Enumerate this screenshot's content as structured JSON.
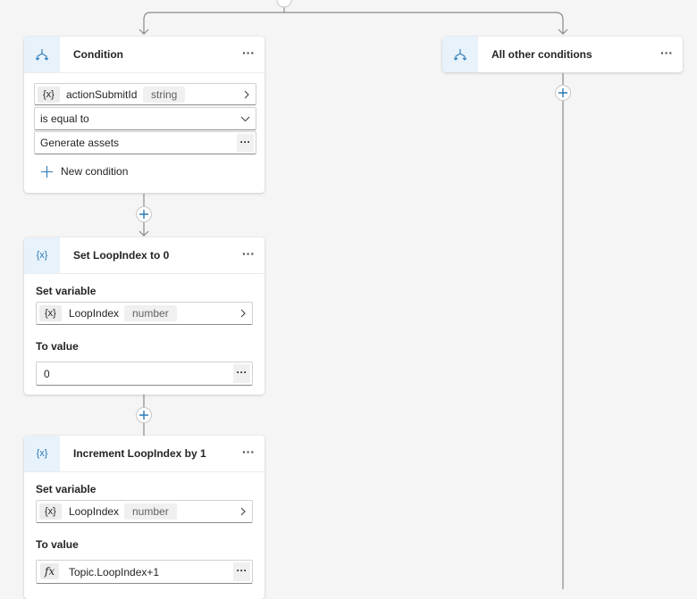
{
  "condition_card": {
    "title": "Condition",
    "more": "···",
    "variable_name": "actionSubmitId",
    "variable_type": "string",
    "var_chip": "{x}",
    "operator": "is equal to",
    "value": "Generate assets",
    "value_more": "···",
    "add_condition": "New condition"
  },
  "other_conditions_card": {
    "title": "All other conditions",
    "more": "···"
  },
  "set_card": {
    "title": "Set LoopIndex to 0",
    "icon": "{x}",
    "more": "···",
    "set_variable_label": "Set variable",
    "var_chip": "{x}",
    "variable_name": "LoopIndex",
    "variable_type": "number",
    "to_value_label": "To value",
    "value": "0",
    "value_more": "···"
  },
  "increment_card": {
    "title": "Increment LoopIndex by 1",
    "icon": "{x}",
    "more": "···",
    "set_variable_label": "Set variable",
    "var_chip": "{x}",
    "variable_name": "LoopIndex",
    "variable_type": "number",
    "to_value_label": "To value",
    "fx_chip": "fx",
    "value": "Topic.LoopIndex+1",
    "value_more": "···"
  },
  "colors": {
    "accent": "#2a7ab8",
    "connector": "#8a8a8a",
    "canvas": "#f5f5f5"
  }
}
